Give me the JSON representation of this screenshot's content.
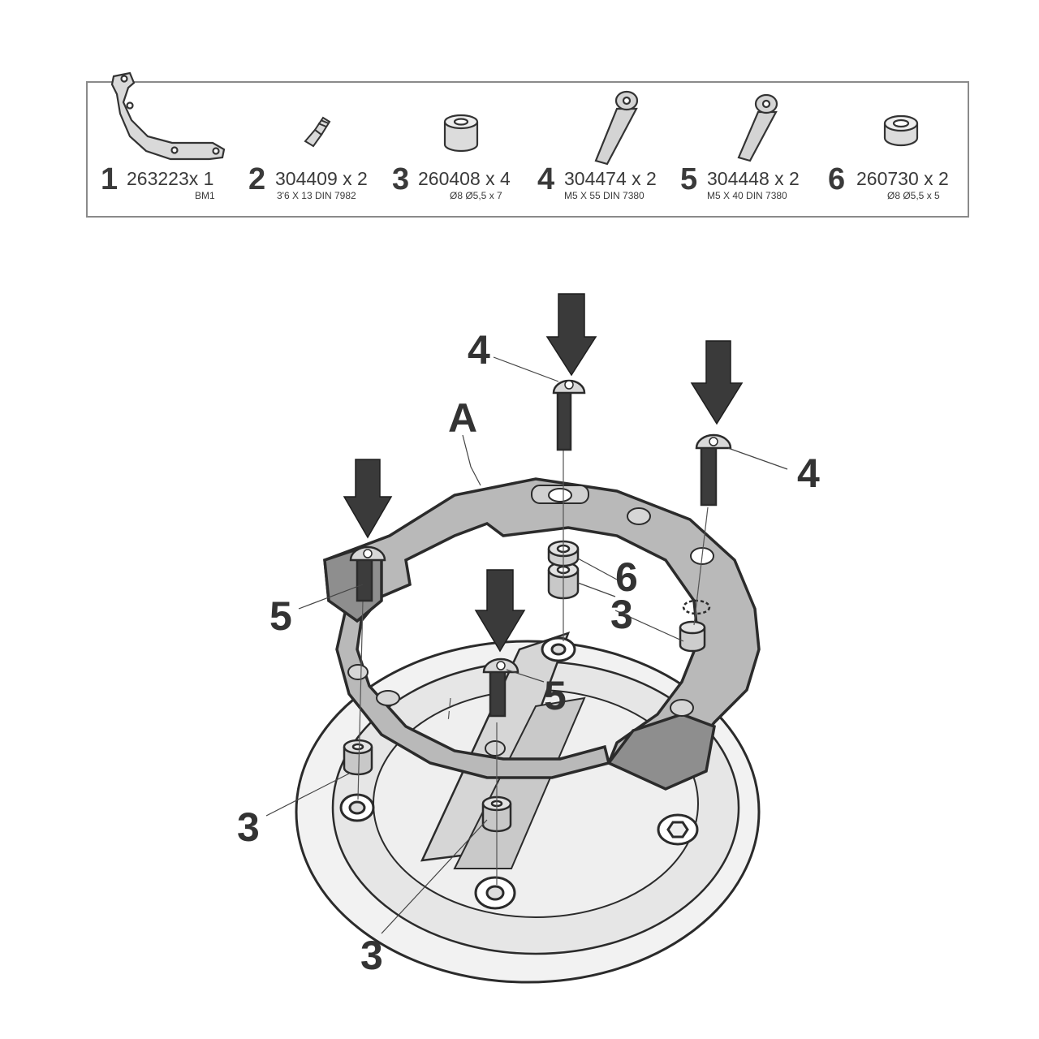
{
  "parts_list": [
    {
      "index": "1",
      "code": "263223x 1",
      "spec": "BM1"
    },
    {
      "index": "2",
      "code": "304409 x 2",
      "spec": "3'6 X 13 DIN 7982"
    },
    {
      "index": "3",
      "code": "260408 x 4",
      "spec": "Ø8 Ø5,5 x 7"
    },
    {
      "index": "4",
      "code": "304474 x 2",
      "spec": "M5 X 55 DIN 7380"
    },
    {
      "index": "5",
      "code": "304448 x 2",
      "spec": "M5 X 40 DIN 7380"
    },
    {
      "index": "6",
      "code": "260730 x 2",
      "spec": "Ø8 Ø5,5 x 5"
    }
  ],
  "callouts": {
    "ring": "A",
    "bolt_rear_center": "4",
    "bolt_rear_right": "4",
    "bolt_left": "5",
    "bolt_front": "5",
    "spacer_small": "6",
    "spacer_right": "3",
    "spacer_front_left": "3",
    "spacer_front_bottom": "3"
  },
  "colors": {
    "outline": "#2b2b2b",
    "part_fill": "#c8c8c8",
    "ring_fill": "#b9b9b9",
    "arrow": "#3a3a3a",
    "tank_fill": "#eeeeee"
  }
}
